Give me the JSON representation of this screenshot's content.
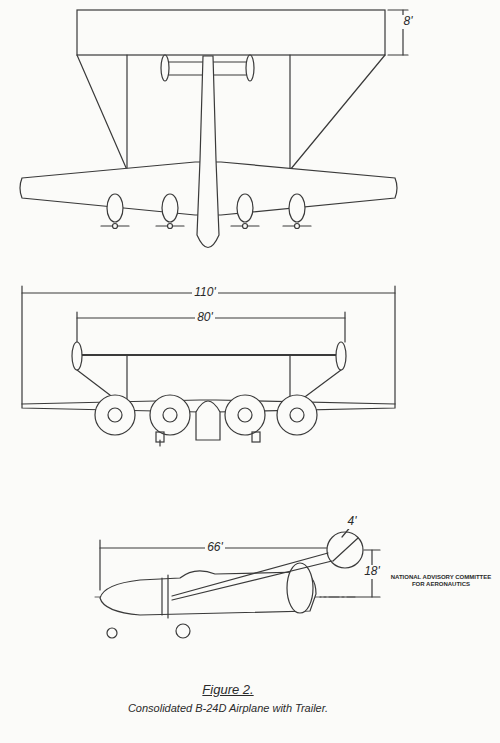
{
  "diagram": {
    "caption": "Consolidated B-24D Airplane with Trailer.",
    "labels": [
      "8'",
      "110'",
      "80'",
      "4'",
      "66'",
      "18'",
      "NATIONAL ADVISORY COMMITTEE FOR AERONAUTICS",
      "Figure 2."
    ]
  }
}
